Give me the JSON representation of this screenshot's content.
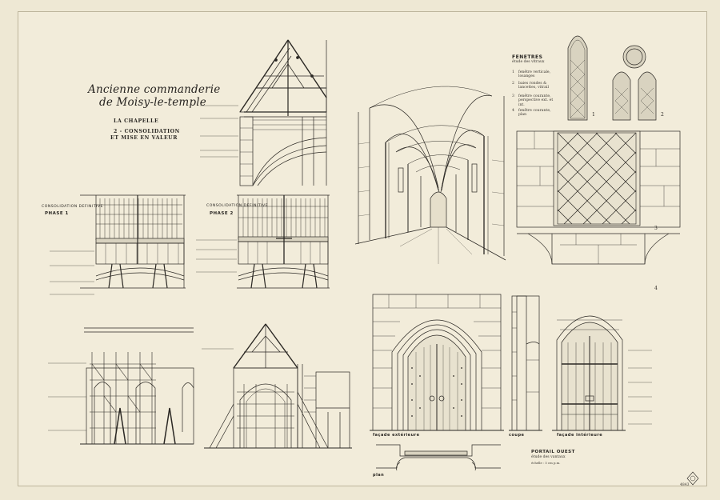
{
  "sheet": {
    "title_line1": "Ancienne commanderie",
    "title_line2": "de Moisy-le-temple",
    "chapel": "LA CHAPELLE",
    "subtitle_line1": "2 - CONSOLIDATION",
    "subtitle_line2": "ET MISE EN VALEUR",
    "ref": "4843"
  },
  "phases": {
    "phase1_top": "CONSOLIDATION DEFINITIVE",
    "phase1": "PHASE 1",
    "phase2_top": "CONSOLIDATION DEFINITIVE",
    "phase2": "PHASE 2"
  },
  "windows": {
    "title": "FENETRES",
    "subtitle": "étude des vitraux",
    "items": [
      {
        "n": "1",
        "text": "fenêtre verticale, losanges"
      },
      {
        "n": "2",
        "text": "baies rondes & lancettes, vitrail"
      },
      {
        "n": "3",
        "text": "fenêtre courante, perspective ext. et int."
      },
      {
        "n": "4",
        "text": "fenêtre courante, plan"
      }
    ],
    "label1": "1",
    "label2": "2",
    "label3": "3",
    "label4": "4"
  },
  "portal": {
    "facade_ext": "façade extérieure",
    "coupe": "coupe",
    "facade_int": "façade intérieure",
    "plan": "plan",
    "title": "PORTAIL OUEST",
    "subtitle": "étude des vantaux",
    "scale": "échelle : 5 cm p.m."
  }
}
